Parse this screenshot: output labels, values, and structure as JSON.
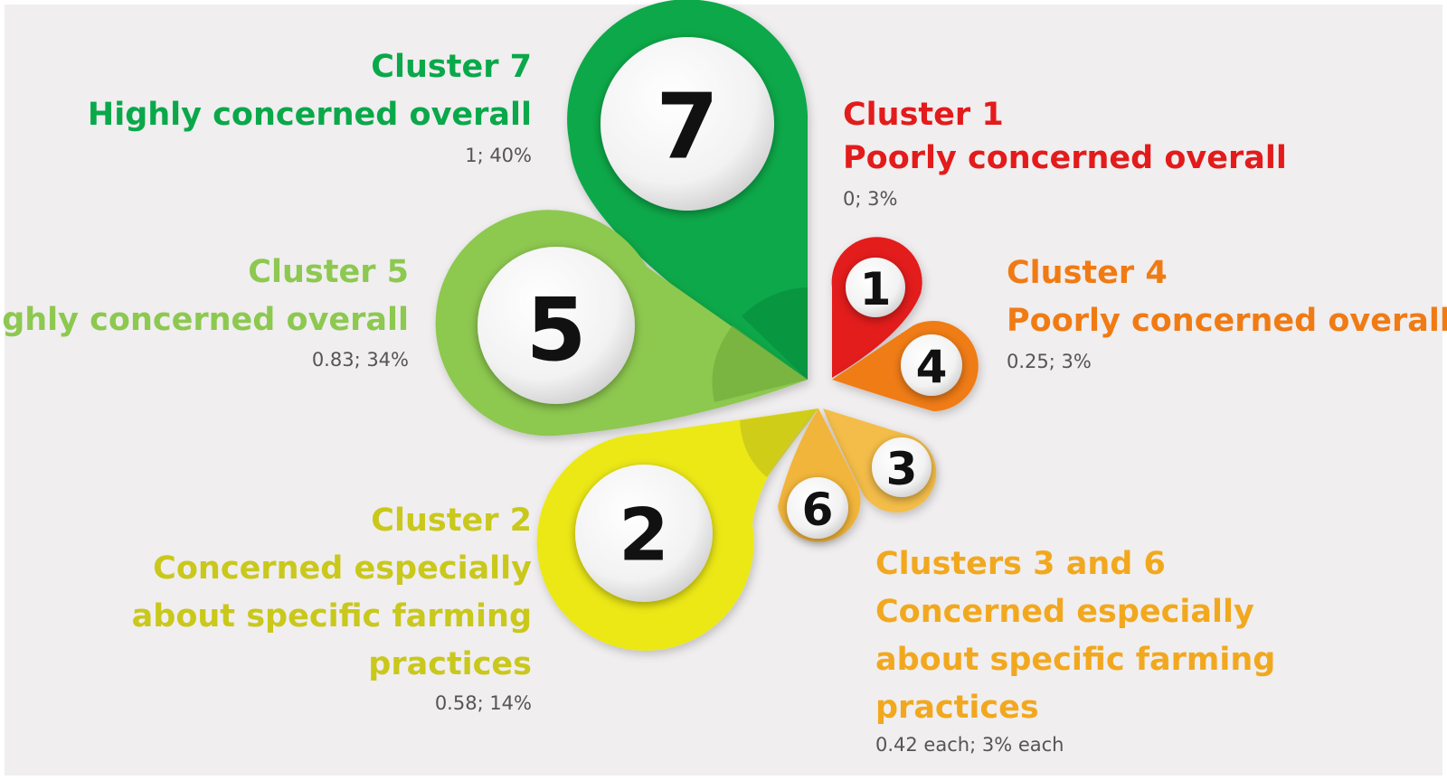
{
  "clusters": {
    "c7": {
      "number": "7",
      "title": "Cluster 7",
      "line1": "Highly concerned overall",
      "stat": "1; 40%",
      "color": "#0aa84a"
    },
    "c5": {
      "number": "5",
      "title": "Cluster 5",
      "line1": "Highly concerned overall",
      "stat": "0.83; 34%",
      "color": "#8dc850"
    },
    "c1": {
      "number": "1",
      "title": "Cluster 1",
      "line1": "Poorly concerned overall",
      "stat": "0; 3%",
      "color": "#e31b1b"
    },
    "c4": {
      "number": "4",
      "title": "Cluster 4",
      "line1": "Poorly concerned overall",
      "stat": "0.25; 3%",
      "color": "#f07b14"
    },
    "c2": {
      "number": "2",
      "title": "Cluster 2",
      "line1": "Concerned especially",
      "line2": "about specific farming",
      "line3": "practices",
      "stat": "0.58; 14%",
      "color": "#c9c81b"
    },
    "c3": {
      "number": "3",
      "color": "#f2b53a"
    },
    "c6": {
      "number": "6",
      "color": "#f2b53a"
    },
    "c36": {
      "title": "Clusters 3 and 6",
      "line1": "Concerned especially",
      "line2": "about specific farming",
      "line3": "practices",
      "stat": "0.42 each; 3% each",
      "color": "#f2a81e"
    }
  }
}
